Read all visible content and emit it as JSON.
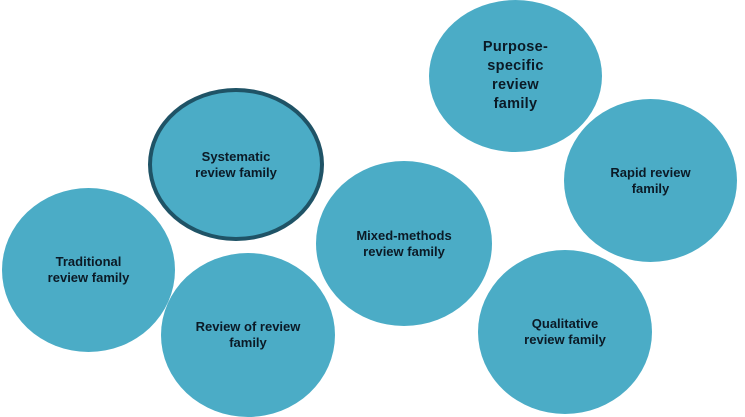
{
  "colors": {
    "bubble_fill": "#4bacc6",
    "highlight_border": "#1f5366",
    "text": "#0b1a26"
  },
  "bubbles": {
    "purpose_specific": {
      "label": "Purpose-\nspecific\nreview\nfamily"
    },
    "systematic": {
      "label": "Systematic\nreview family"
    },
    "rapid": {
      "label": "Rapid review\nfamily"
    },
    "mixed_methods": {
      "label": "Mixed-methods\nreview family"
    },
    "traditional": {
      "label": "Traditional\nreview family"
    },
    "review_of_review": {
      "label": "Review of review\nfamily"
    },
    "qualitative": {
      "label": "Qualitative\nreview family"
    }
  }
}
